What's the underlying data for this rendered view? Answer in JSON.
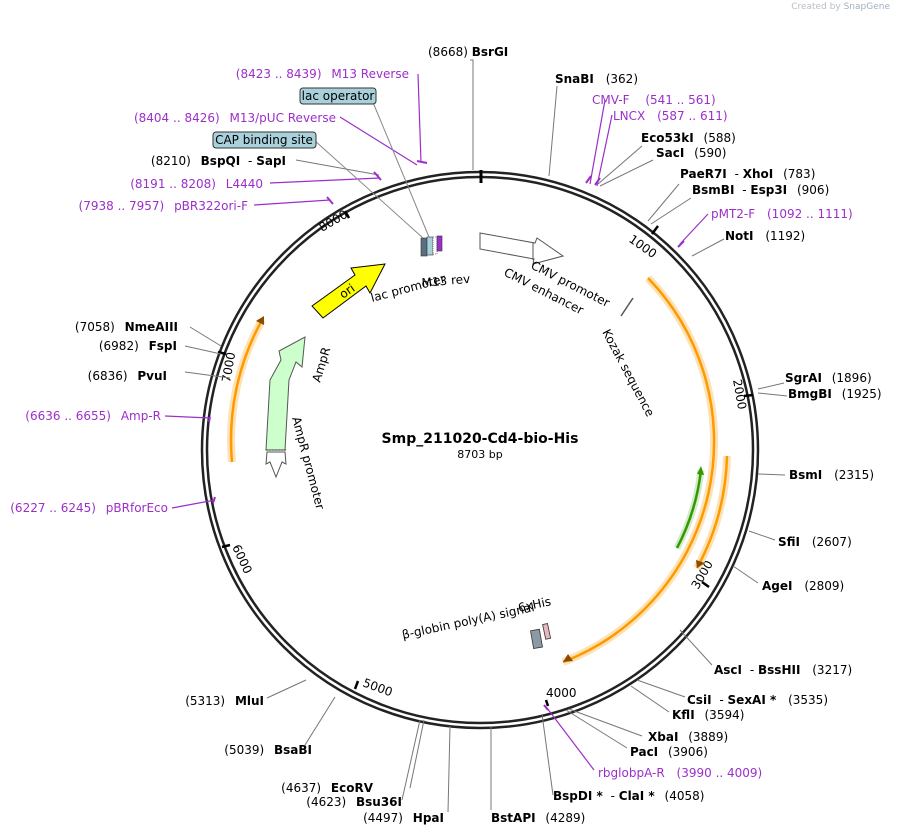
{
  "credit": {
    "created_by": "Created by",
    "brand": "SnapGene"
  },
  "title": "Smp_211020-Cd4-bio-His",
  "size_label": "8703 bp",
  "total_bp": 8703,
  "colors": {
    "enzyme": "#000000",
    "primer": "#9c2fc9",
    "ori": "#ffff00",
    "ampr": "#ccffcc",
    "orange": "#ff9900",
    "orange_glow": "#fde2b4",
    "green": "#339900",
    "feature_box": "#a9d1dc",
    "cmv": "#ffffff"
  },
  "ticks": [
    "1000",
    "2000",
    "3000",
    "4000",
    "5000",
    "6000",
    "7000",
    "8000"
  ],
  "enzymes": [
    {
      "id": "bsrgi",
      "name": "BsrGI",
      "pos": "(8668)"
    },
    {
      "id": "snabi",
      "name": "SnaBI",
      "pos": "(362)"
    },
    {
      "id": "eco53ki",
      "name": "Eco53kI",
      "pos": "(588)"
    },
    {
      "id": "saci",
      "name": "SacI",
      "pos": "(590)"
    },
    {
      "id": "paer7i",
      "name": "PaeR7I",
      "sep": "-",
      "name2": "XhoI",
      "pos": "(783)"
    },
    {
      "id": "bsmbi",
      "name": "BsmBI",
      "sep": "-",
      "name2": "Esp3I",
      "pos": "(906)"
    },
    {
      "id": "noti",
      "name": "NotI",
      "pos": "(1192)"
    },
    {
      "id": "sgrai",
      "name": "SgrAI",
      "pos": "(1896)"
    },
    {
      "id": "bmgbi",
      "name": "BmgBI",
      "pos": "(1925)"
    },
    {
      "id": "bsmi",
      "name": "BsmI",
      "pos": "(2315)"
    },
    {
      "id": "sfii",
      "name": "SfiI",
      "pos": "(2607)"
    },
    {
      "id": "agei",
      "name": "AgeI",
      "pos": "(2809)"
    },
    {
      "id": "asci",
      "name": "AscI",
      "sep": "-",
      "name2": "BssHII",
      "pos": "(3217)"
    },
    {
      "id": "csii",
      "name": "CsiI",
      "sep": "-",
      "name2": "SexAI *",
      "pos": "(3535)"
    },
    {
      "id": "kflii",
      "name": "KflI",
      "pos": "(3594)"
    },
    {
      "id": "xbai",
      "name": "XbaI",
      "pos": "(3889)"
    },
    {
      "id": "paci",
      "name": "PacI",
      "pos": "(3906)"
    },
    {
      "id": "bspdi",
      "name": "BspDI *",
      "sep": "-",
      "name2": "ClaI *",
      "pos": "(4058)"
    },
    {
      "id": "bstapi",
      "name": "BstAPI",
      "pos": "(4289)"
    },
    {
      "id": "hpai",
      "name": "HpaI",
      "pos": "(4497)",
      "left": true
    },
    {
      "id": "bsu36i",
      "name": "Bsu36I",
      "pos": "(4623)",
      "left": true
    },
    {
      "id": "ecorv",
      "name": "EcoRV",
      "pos": "(4637)",
      "left": true
    },
    {
      "id": "bsabi",
      "name": "BsaBI",
      "pos": "(5039)",
      "left": true
    },
    {
      "id": "mlui",
      "name": "MluI",
      "pos": "(5313)",
      "left": true
    },
    {
      "id": "pvui",
      "name": "PvuI",
      "pos": "(6836)",
      "left": true
    },
    {
      "id": "fspi",
      "name": "FspI",
      "pos": "(6982)",
      "left": true
    },
    {
      "id": "nmeaiii",
      "name": "NmeAIII",
      "pos": "(7058)",
      "left": true
    },
    {
      "id": "bspqi",
      "name": "BspQI",
      "sep": "-",
      "name2": "SapI",
      "pos": "(8210)",
      "left": true
    }
  ],
  "primers": [
    {
      "id": "m13rev",
      "name": "M13 Reverse",
      "range": "(8423 .. 8439)",
      "left": true
    },
    {
      "id": "m13puc",
      "name": "M13/pUC Reverse",
      "range": "(8404 .. 8426)",
      "left": true
    },
    {
      "id": "l4440",
      "name": "L4440",
      "range": "(8191 .. 8208)",
      "left": true
    },
    {
      "id": "pbr322",
      "name": "pBR322ori-F",
      "range": "(7938 .. 7957)",
      "left": true
    },
    {
      "id": "ampr_primer",
      "name": "Amp-R",
      "range": "(6636 .. 6655)",
      "left": true
    },
    {
      "id": "pbrforeco",
      "name": "pBRforEco",
      "range": "(6227 .. 6245)",
      "left": true
    },
    {
      "id": "cmvf",
      "name": "CMV-F",
      "range": "(541 .. 561)"
    },
    {
      "id": "lncx",
      "name": "LNCX",
      "range": "(587 .. 611)"
    },
    {
      "id": "pmt2f",
      "name": "pMT2-F",
      "range": "(1092 .. 1111)"
    },
    {
      "id": "rbglobpa",
      "name": "rbglobpA-R",
      "range": "(3990 .. 4009)"
    }
  ],
  "boxed_labels": [
    "lac operator",
    "CAP binding site"
  ],
  "feature_labels": {
    "ori": "ori",
    "lac_promoter": "lac promoter",
    "m13_rev": "M13 rev",
    "cmv_promoter": "CMV promoter",
    "cmv_enhancer": "CMV enhancer",
    "kozak": "Kozak sequence",
    "ampr": "AmpR",
    "ampr_promoter": "AmpR promoter",
    "sixhis": "6xHis",
    "bglobin": "β-globin poly(A) signal"
  }
}
